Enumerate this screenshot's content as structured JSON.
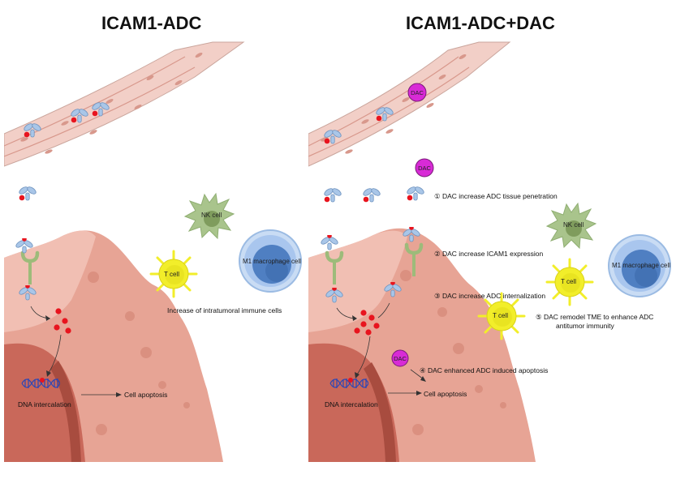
{
  "left_panel": {
    "title": "ICAM1-ADC",
    "nk_cell": "NK cell",
    "t_cell": "T cell",
    "macrophage": "M1 macrophage cell",
    "immune_note": "Increase of intratumoral immune cells",
    "dna_label": "DNA intercalation",
    "apoptosis_label": "Cell apoptosis"
  },
  "right_panel": {
    "title": "ICAM1-ADC+DAC",
    "dac_label": "DAC",
    "nk_cell": "NK cell",
    "t_cell_upper": "T cell",
    "t_cell_lower": "T cell",
    "macrophage": "M1 macrophage  cell",
    "steps": [
      "① DAC increase ADC tissue penetration",
      "② DAC increase ICAM1 expression",
      "③ DAC increase ADC internalization",
      "④ DAC enhanced ADC induced apoptosis"
    ],
    "step5_line1": "⑤ DAC remodel TME to enhance ADC",
    "step5_line2": "antitumor  immunity",
    "dna_label": "DNA intercalation",
    "apoptosis_label": "Cell apoptosis"
  },
  "colors": {
    "vessel_wall": "#f2cfc7",
    "vessel_cell": "#d8988c",
    "tumor_light": "#f2c2b6",
    "tumor_main": "#e7a495",
    "nucleus": "#c9685a",
    "nucleus_dark": "#a84c3f",
    "payload": "#e8141e",
    "antibody": "#a9c6e8",
    "receptor": "#9dbb7a",
    "t_cell": "#f2ee2a",
    "nk_cell": "#a9c48c",
    "macrophage": "#7fa6de",
    "dac": "#d82bd6",
    "dna": "#2a46b8"
  }
}
